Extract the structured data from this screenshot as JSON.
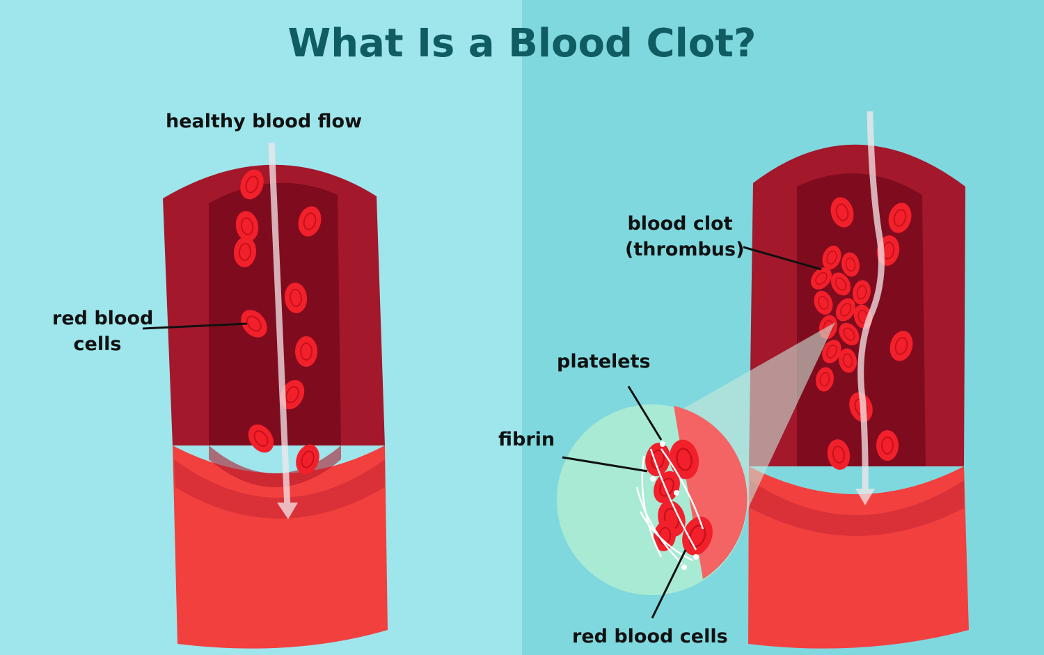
{
  "title": "What Is a Blood Clot?",
  "labels": {
    "healthy_flow": "healthy blood flow",
    "rbc_left_line1": "red blood",
    "rbc_left_line2": "cells",
    "clot_line1": "blood clot",
    "clot_line2": "(thrombus)",
    "platelets": "platelets",
    "fibrin": "fibrin",
    "rbc_bottom": "red blood cells"
  },
  "colors": {
    "bg_left": "#9ee6ec",
    "bg_right": "#7fd8de",
    "title": "#0f5c62",
    "vessel_outer": "#a3182b",
    "vessel_inner": "#7f0c1e",
    "vessel_bottom": "#f2403e",
    "rbc": "#f2202a",
    "zoom_bg": "#a8ead3",
    "zoom_vessel": "#f46464"
  }
}
